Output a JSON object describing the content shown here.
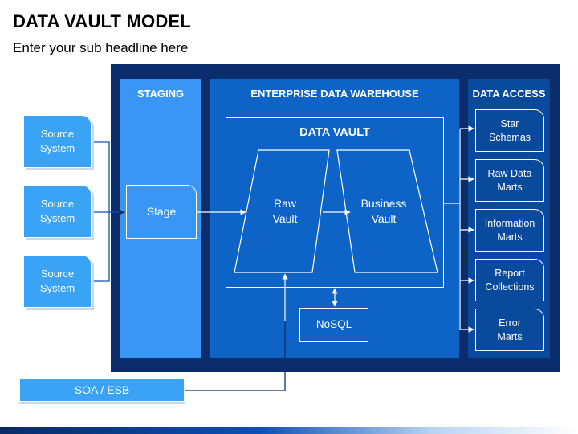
{
  "title": "DATA VAULT MODEL",
  "subtitle": "Enter your sub headline here",
  "columns": {
    "staging": "STAGING",
    "edw": "ENTERPRISE DATA WAREHOUSE",
    "access": "DATA ACCESS"
  },
  "sources": [
    {
      "line1": "Source",
      "line2": "System"
    },
    {
      "line1": "Source",
      "line2": "System"
    },
    {
      "line1": "Source",
      "line2": "System"
    }
  ],
  "stage": "Stage",
  "data_vault": {
    "title": "DATA VAULT",
    "raw": {
      "line1": "Raw",
      "line2": "Vault"
    },
    "business": {
      "line1": "Business",
      "line2": "Vault"
    }
  },
  "nosql": "NoSQL",
  "soa_esb": "SOA / ESB",
  "access_items": [
    {
      "line1": "Star",
      "line2": "Schemas"
    },
    {
      "line1": "Raw Data",
      "line2": "Marts"
    },
    {
      "line1": "Information",
      "line2": "Marts"
    },
    {
      "line1": "Report",
      "line2": "Collections"
    },
    {
      "line1": "Error",
      "line2": "Marts"
    }
  ],
  "colors": {
    "outer": "#0b2d6b",
    "staging": "#3a96f5",
    "edw": "#0d63c6",
    "access": "#0a4a9c",
    "source": "#3aa3f5"
  }
}
